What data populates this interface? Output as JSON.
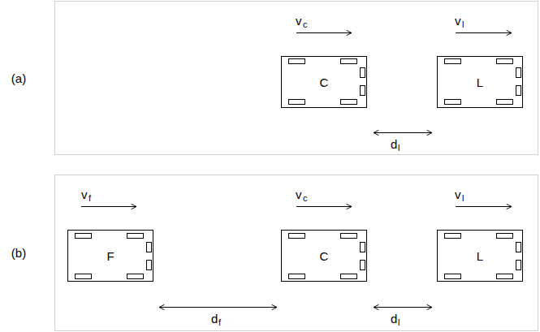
{
  "diagram": {
    "nodes": [
      {
        "text": [
          "(a)"
        ]
      },
      {
        "text": [
          "C"
        ],
        "in": 0
      },
      {
        "text": [
          "L"
        ],
        "in": 0
      },
      {
        "text": [
          "(b)"
        ]
      },
      {
        "text": [
          "F"
        ],
        "in": 3
      },
      {
        "text": [
          "C"
        ],
        "in": 3
      },
      {
        "text": [
          "L"
        ],
        "in": 3
      }
    ],
    "labels": [
      "v",
      "c",
      "v",
      "l",
      "d",
      "l",
      "v",
      "f",
      "v",
      "c",
      "v",
      "l",
      "d",
      "f",
      "d",
      "l"
    ]
  }
}
